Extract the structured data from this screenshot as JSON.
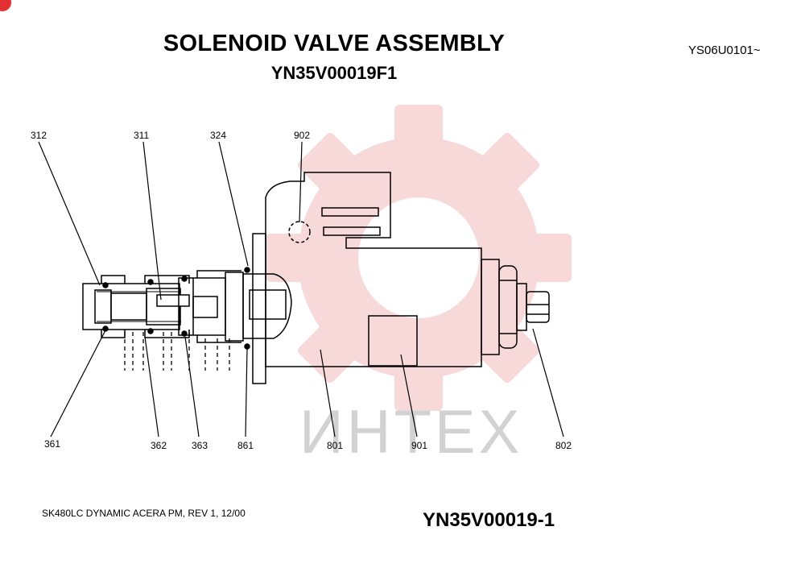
{
  "header": {
    "title": "SOLENOID VALVE ASSEMBLY",
    "subtitle": "YN35V00019F1",
    "serial": "YS06U0101~"
  },
  "watermark": {
    "text": "ИНТЕХ",
    "color": "#f2b4b4"
  },
  "parts": {
    "p312": "312",
    "p311": "311",
    "p324": "324",
    "p902": "902",
    "p361": "361",
    "p362": "362",
    "p363": "363",
    "p861": "861",
    "p801": "801",
    "p901": "901",
    "p802": "802"
  },
  "footer": {
    "left": "SK480LC DYNAMIC ACERA PM, REV 1, 12/00",
    "right": "YN35V00019-1"
  },
  "colors": {
    "accent": "#e33131",
    "line": "#000000"
  }
}
